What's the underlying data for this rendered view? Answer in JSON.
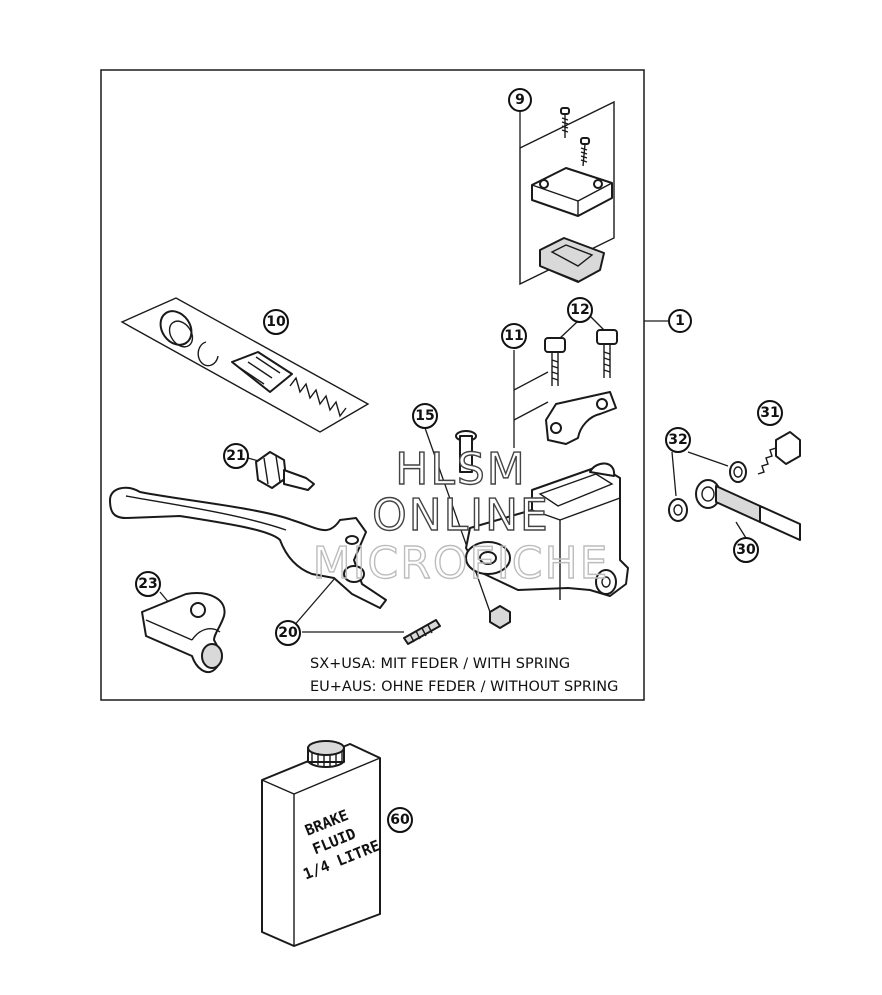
{
  "callouts": [
    {
      "id": "callout-1",
      "label": "1"
    },
    {
      "id": "callout-9",
      "label": "9"
    },
    {
      "id": "callout-10",
      "label": "10"
    },
    {
      "id": "callout-11",
      "label": "11"
    },
    {
      "id": "callout-12",
      "label": "12"
    },
    {
      "id": "callout-15",
      "label": "15"
    },
    {
      "id": "callout-20",
      "label": "20"
    },
    {
      "id": "callout-21",
      "label": "21"
    },
    {
      "id": "callout-23",
      "label": "23"
    },
    {
      "id": "callout-30",
      "label": "30"
    },
    {
      "id": "callout-31",
      "label": "31"
    },
    {
      "id": "callout-32",
      "label": "32"
    },
    {
      "id": "callout-60",
      "label": "60"
    }
  ],
  "notes": {
    "line1": "SX+USA:  MIT FEDER / WITH SPRING",
    "line2": "EU+AUS:  OHNE FEDER / WITHOUT SPRING"
  },
  "can_label": [
    "BRAKE",
    "FLUID",
    "1/4 LITRE"
  ],
  "watermark": [
    "HLSM",
    "ONLINE",
    "MICROFICHE"
  ]
}
